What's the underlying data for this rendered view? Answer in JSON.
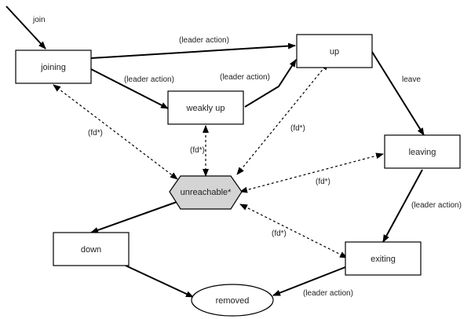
{
  "diagram": {
    "states": {
      "joining": "joining",
      "weakly_up": "weakly up",
      "up": "up",
      "leaving": "leaving",
      "exiting": "exiting",
      "down": "down",
      "unreachable": "unreachable*",
      "removed": "removed"
    },
    "transitions": {
      "join": "join",
      "joining_to_up": "(leader action)",
      "joining_to_weakly_up": "(leader action)",
      "weakly_up_to_up": "(leader action)",
      "up_to_leaving": "leave",
      "leaving_to_exiting": "(leader action)",
      "exiting_to_removed": "(leader action)",
      "fd_joining": "(fd*)",
      "fd_weakly_up": "(fd*)",
      "fd_up": "(fd*)",
      "fd_leaving": "(fd*)",
      "fd_exiting": "(fd*)"
    },
    "colors": {
      "unreachable_fill": "#d4d4d4",
      "stroke": "#000000"
    }
  }
}
